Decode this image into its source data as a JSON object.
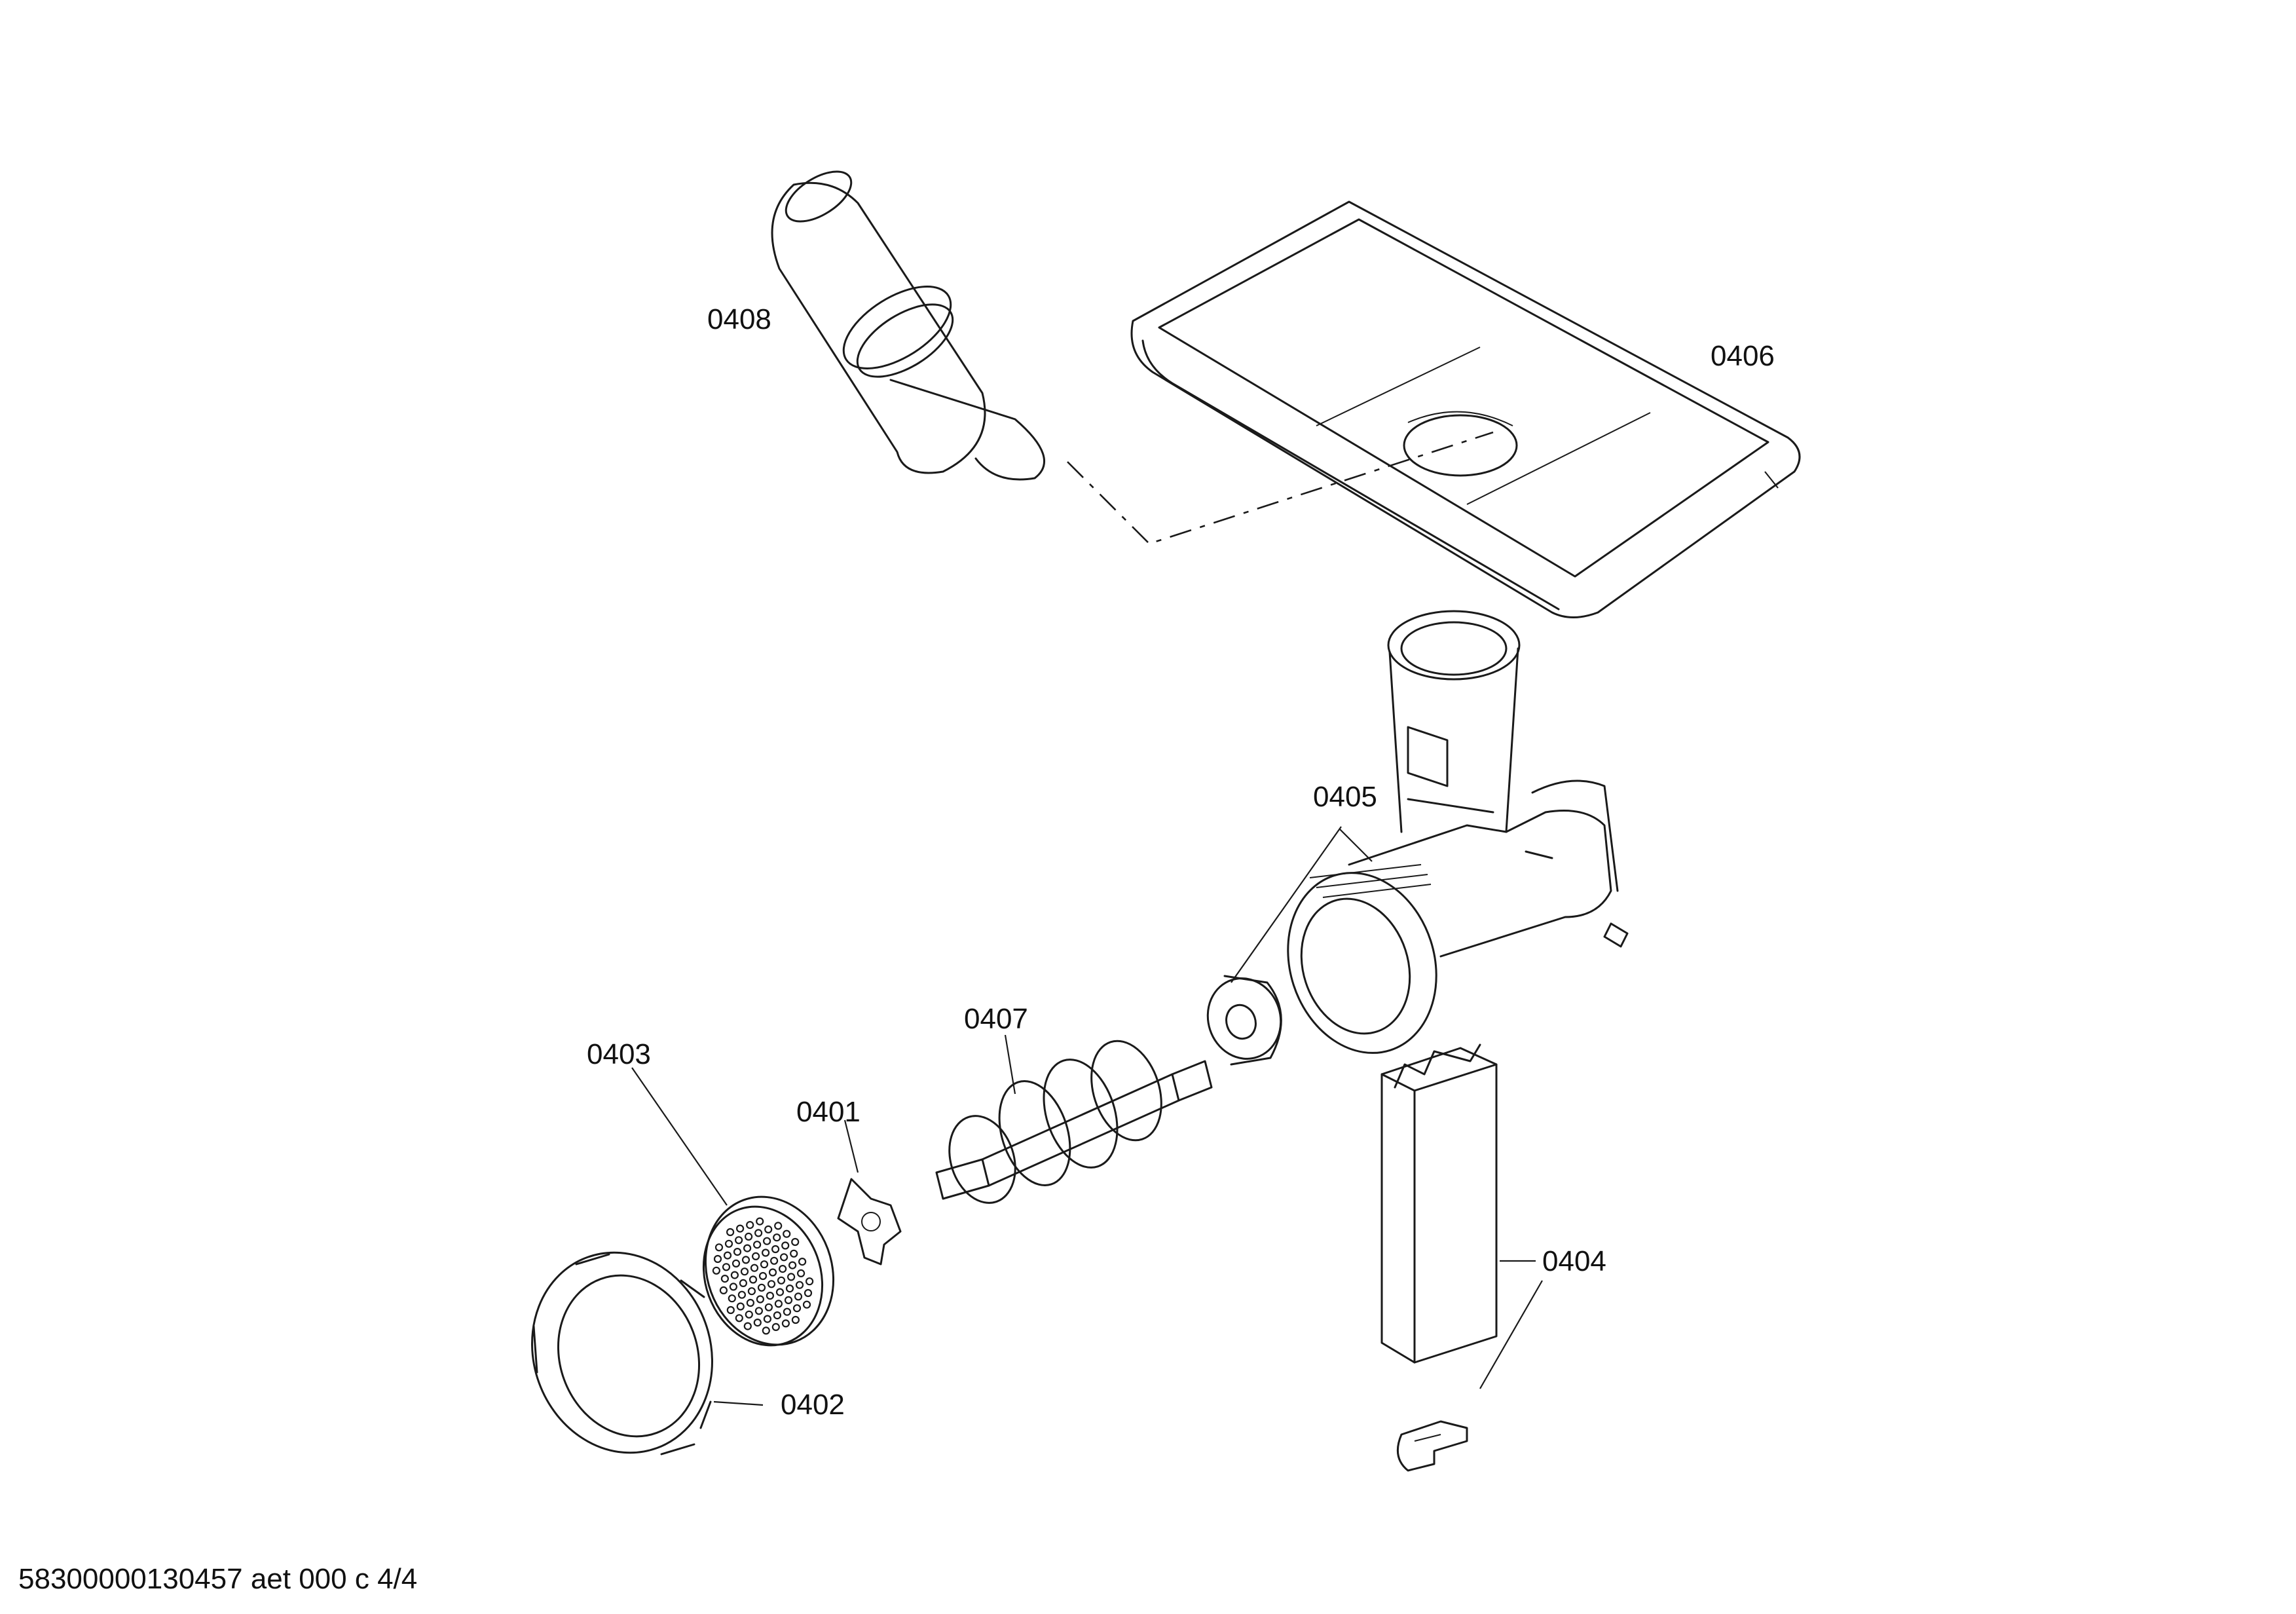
{
  "labels": {
    "p0408": "0408",
    "p0406": "0406",
    "p0405": "0405",
    "p0407": "0407",
    "p0403": "0403",
    "p0401": "0401",
    "p0404": "0404",
    "p0402": "0402"
  },
  "footer": "58300000130457 aet 000 c 4/4"
}
